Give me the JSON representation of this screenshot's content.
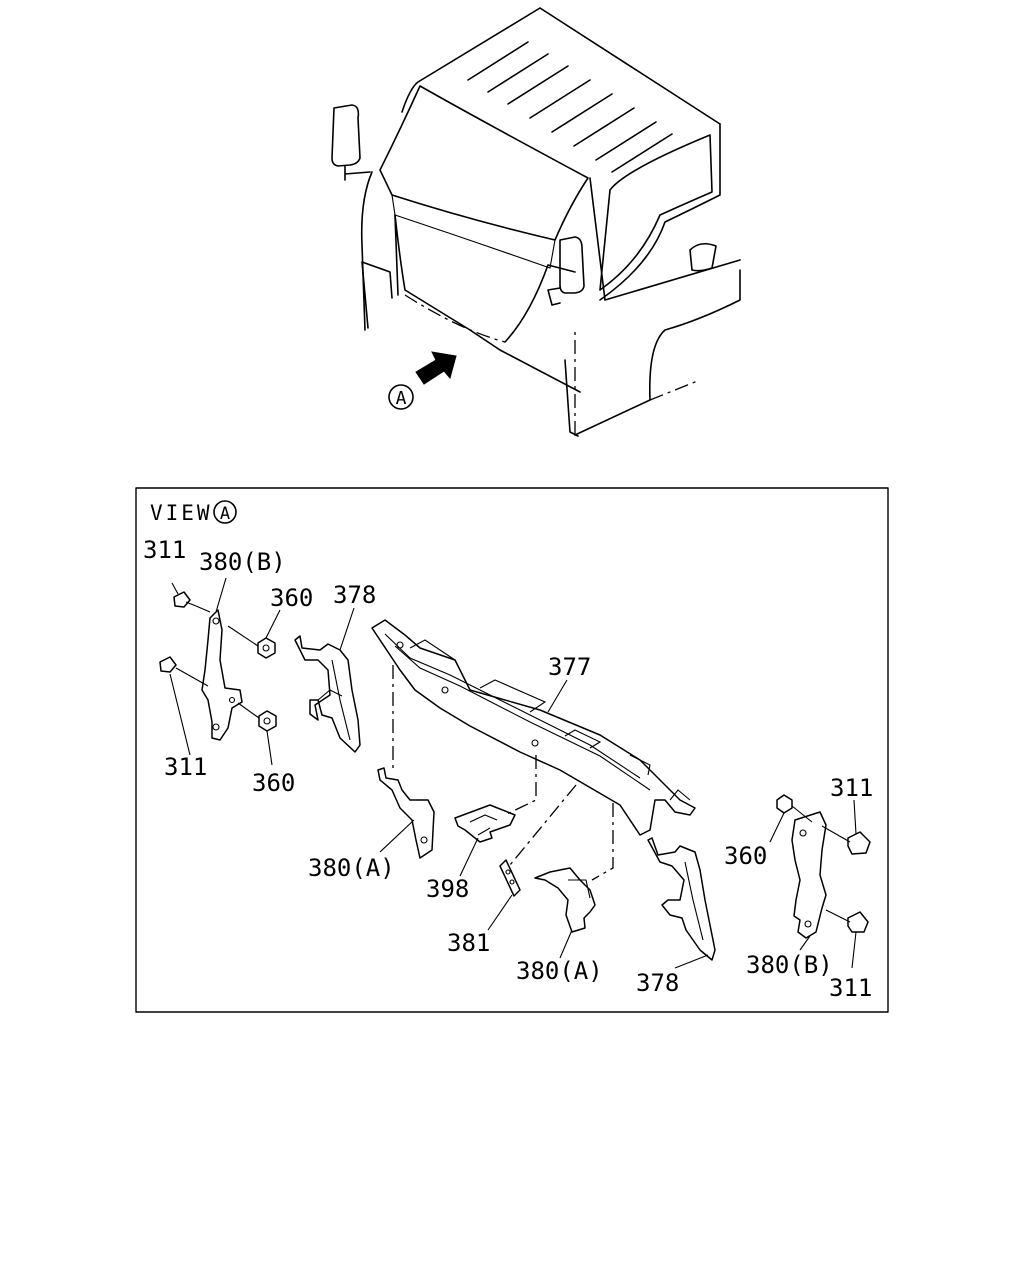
{
  "marker_letter": "A",
  "view": {
    "word": "VIEW",
    "letter": "A"
  },
  "callouts": {
    "c311_tl": "311",
    "c380b_tl": "380(B)",
    "c360_t": "360",
    "c378_t": "378",
    "c377": "377",
    "c311_bl": "311",
    "c360_b": "360",
    "c380a_l": "380(A)",
    "c398": "398",
    "c381": "381",
    "c380a_c": "380(A)",
    "c378_b": "378",
    "c311_tr": "311",
    "c360_r": "360",
    "c380b_r": "380(B)",
    "c311_br": "311"
  }
}
